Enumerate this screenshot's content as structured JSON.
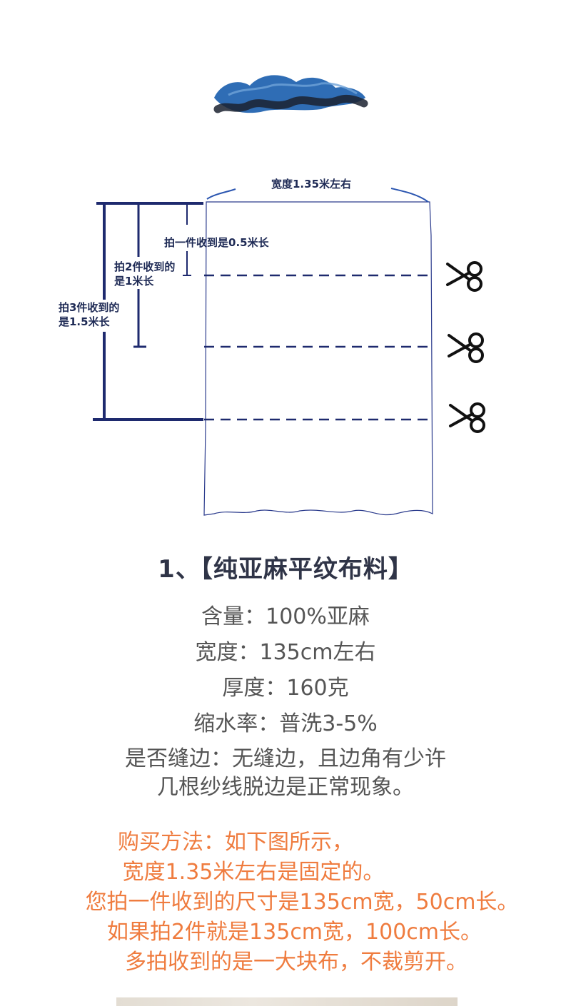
{
  "diagram": {
    "width_label": "宽度1.35米左右",
    "one_piece_label": "拍一件收到是0.5米长",
    "two_piece_label_line1": "拍2件收到的",
    "two_piece_label_line2": "是1米长",
    "three_piece_label_line1": "拍3件收到的",
    "three_piece_label_line2": "是1.5米长",
    "scissors_icon": "scissors-icon",
    "line_color": "#1e2a6e"
  },
  "product": {
    "title": "1、【纯亚麻平纹布料】",
    "specs": [
      "含量：100%亚麻",
      "宽度：135cm左右",
      "厚度：160克",
      "缩水率：普洗3-5%"
    ],
    "edge_line1": "是否缝边：无缝边，且边角有少许",
    "edge_line2": "几根纱线脱边是正常现象。"
  },
  "purchase": {
    "color": "#ef7c3f",
    "lines": [
      "购买方法：如下图所示，",
      "宽度1.35米左右是固定的。",
      "您拍一件收到的尺寸是135cm宽，50cm长。",
      "如果拍2件就是135cm宽，100cm长。",
      "多拍收到的是一大块布，不裁剪开。"
    ]
  }
}
